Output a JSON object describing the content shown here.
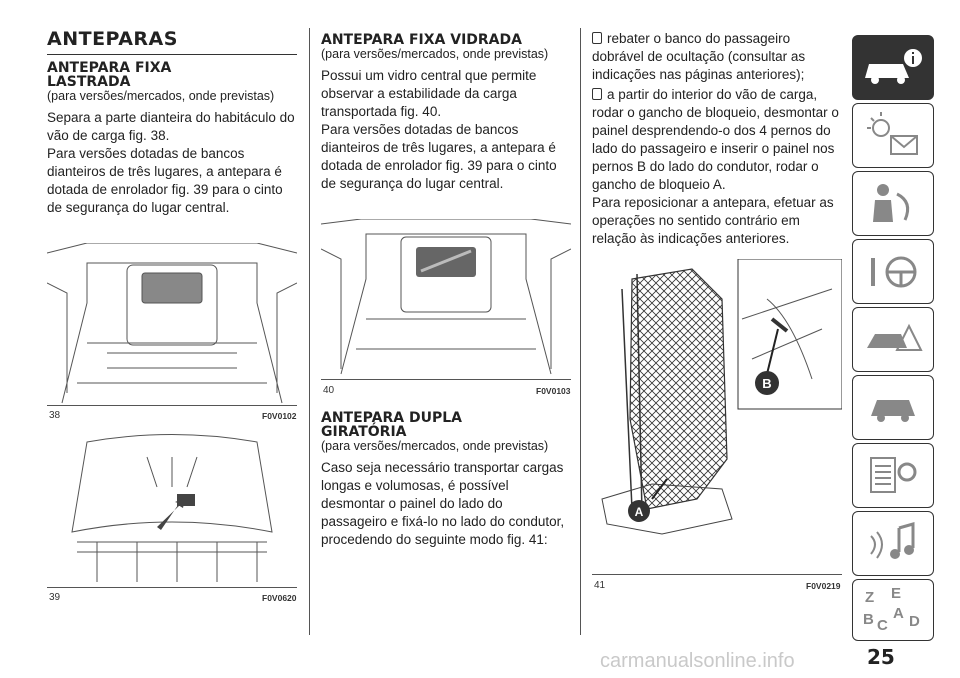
{
  "col1": {
    "title": "ANTEPARAS",
    "heading": "ANTEPARA FIXA LASTRADA",
    "sub": "(para versões/mercados, onde previstas)",
    "p1": "Separa a parte dianteira do habitáculo do vão de carga fig. 38.",
    "p2": "Para versões dotadas de bancos dianteiros de três lugares, a antepara é dotada de enrolador fig. 39 para o cinto de segurança do lugar central.",
    "fig38_num": "38",
    "fig38_code": "F0V0102",
    "fig39_num": "39",
    "fig39_code": "F0V0620"
  },
  "col2": {
    "heading": "ANTEPARA FIXA VIDRADA",
    "sub": "(para versões/mercados, onde previstas)",
    "p1": "Possui um vidro central que permite observar a estabilidade da carga transportada fig. 40.",
    "p2": "Para versões dotadas de bancos dianteiros de três lugares, a antepara é dotada de enrolador fig. 39 para o cinto de segurança do lugar central.",
    "fig40_num": "40",
    "fig40_code": "F0V0103",
    "heading2": "ANTEPARA DUPLA GIRATÓRIA",
    "sub2": "(para versões/mercados, onde previstas)",
    "p3": "Caso seja necessário transportar cargas longas e volumosas, é possível desmontar o painel do lado do passageiro e fixá-lo no lado do condutor, procedendo do seguinte modo fig. 41:"
  },
  "col3": {
    "b1": "rebater o banco do passageiro dobrável de ocultação (consultar as indicações nas páginas anteriores);",
    "b2": "a partir do interior do vão de carga, rodar o gancho de bloqueio, desmontar o painel desprendendo-o dos 4 pernos do lado do passageiro e inserir o painel nos pernos B do lado do condutor, rodar o gancho de bloqueio A.",
    "p1": "Para reposicionar a antepara, efetuar as operações no sentido contrário em relação às indicações anteriores.",
    "fig41_num": "41",
    "fig41_code": "F0V0219",
    "label_a": "A",
    "label_b": "B"
  },
  "page_number": "25",
  "footer": "carmanualsonline.info",
  "sidebar_icons": [
    "car-info-icon",
    "warning-lights-icon",
    "seatbelt-airbag-icon",
    "steering-key-icon",
    "accident-icon",
    "car-service-icon",
    "maintenance-icon",
    "multimedia-icon",
    "index-icon"
  ]
}
